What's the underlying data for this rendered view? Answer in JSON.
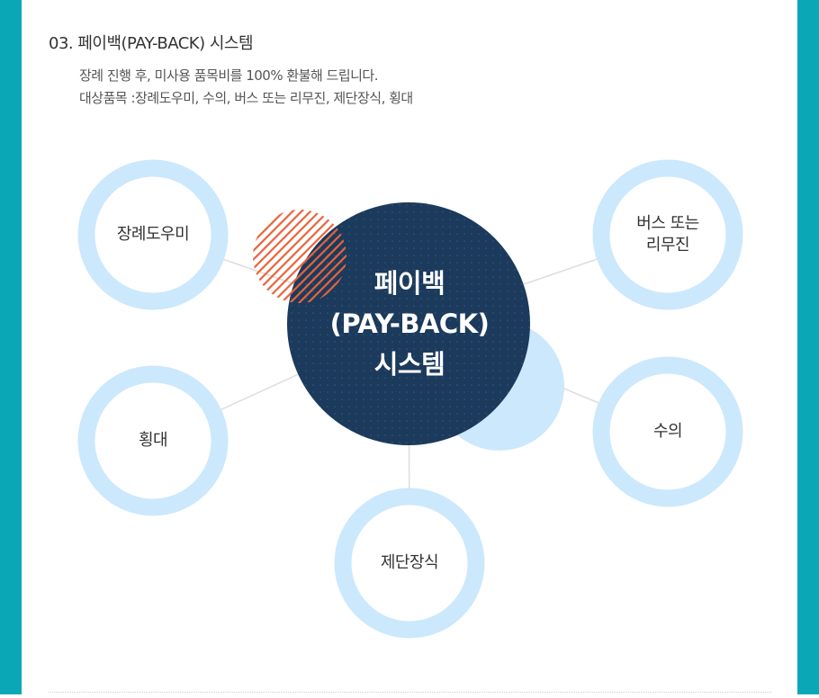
{
  "section": {
    "title": "03. 페이백(PAY-BACK) 시스템",
    "desc_line1": "장례 진행 후, 미사용 품목비를 100% 환불해 드립니다.",
    "desc_line2": "대상품목 :장례도우미, 수의, 버스 또는 리무진, 제단장식, 횡대"
  },
  "diagram": {
    "center_line1": "페이백",
    "center_line2": "(PAY-BACK)",
    "center_line3": "시스템",
    "nodes": {
      "funeral_helper": "장례도우미",
      "bus_line1": "버스 또는",
      "bus_line2": "리무진",
      "hoengdae": "횡대",
      "suui": "수의",
      "altar": "제단장식"
    }
  },
  "colors": {
    "frame": "#0aa7b7",
    "ring": "#cce8fc",
    "center": "#1b3a5c",
    "accent_stripes": "#e8643c"
  }
}
